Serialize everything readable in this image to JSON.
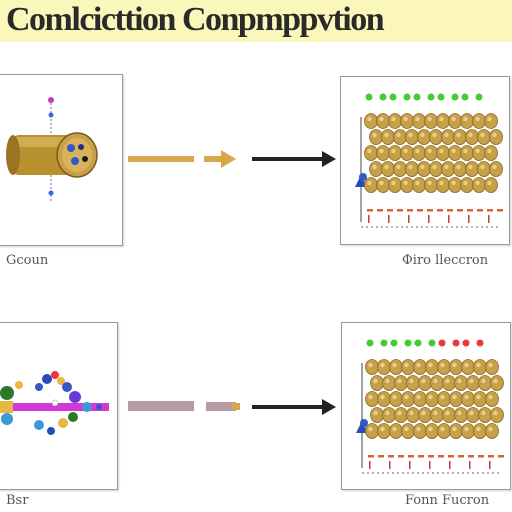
{
  "header": {
    "title": "Comlcicttion Conpmppvtion",
    "background": "#fbf6b9"
  },
  "rows": [
    {
      "left_caption": "Gcoun",
      "right_caption": "Фiro lleccron",
      "left_object": "gold-cylinder",
      "right_object": "gold-bead-grid"
    },
    {
      "left_caption": "Bsr",
      "right_caption": "Fonn Fucron",
      "left_object": "colorful-molecule",
      "right_object": "gold-bead-grid"
    }
  ],
  "colors": {
    "gold": "#c9a04a",
    "gold_dark": "#8a6a20",
    "arrow_tan": "#d6a84a",
    "arrow_gray": "#b79aa6",
    "arrow_black": "#222222",
    "magenta": "#d23ad6",
    "green_dots": "#44cc33",
    "red_ticks": "#d9603a"
  },
  "icons": [
    "gold-cylinder-icon",
    "molecule-icon",
    "bead-grid-icon",
    "arrow-icon"
  ]
}
